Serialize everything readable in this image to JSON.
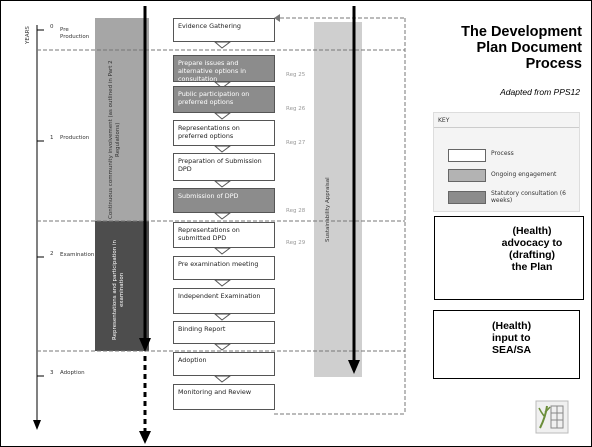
{
  "title": "The Development Plan Document Process",
  "title_lines": [
    "The Development",
    "Plan Document",
    "Process"
  ],
  "subtitle": "Adapted from PPS12",
  "axis_label": "YEARS",
  "years": [
    "0",
    "1",
    "2",
    "3"
  ],
  "phases": [
    "Pre Production",
    "Production",
    "Examination",
    "Adoption"
  ],
  "boxes": [
    {
      "label": "Evidence Gathering",
      "kind": "process"
    },
    {
      "label": "Prepare issues and alternative options in consultation",
      "kind": "statutory"
    },
    {
      "label": "Public participation on preferred options",
      "kind": "statutory"
    },
    {
      "label": "Representations on preferred options",
      "kind": "process"
    },
    {
      "label": "Preparation of Submission DPD",
      "kind": "process"
    },
    {
      "label": "Submission of DPD",
      "kind": "statutory"
    },
    {
      "label": "Representations on submitted DPD",
      "kind": "process"
    },
    {
      "label": "Pre examination meeting",
      "kind": "process"
    },
    {
      "label": "Independent Examination",
      "kind": "process"
    },
    {
      "label": "Binding Report",
      "kind": "process"
    },
    {
      "label": "Adoption",
      "kind": "process"
    },
    {
      "label": "Monitoring and Review",
      "kind": "process"
    }
  ],
  "regs": [
    "Reg 25",
    "Reg 26",
    "Reg 27",
    "Reg 28",
    "Reg 29"
  ],
  "bars": {
    "community": "Continuous community involvement (as outlined in Part 2 Regulations)",
    "examination": "Representations and participation in examination",
    "sustainability": "Sustainability Appraisal"
  },
  "key": {
    "heading": "KEY",
    "items": [
      {
        "label": "Process",
        "color": "#ffffff"
      },
      {
        "label": "Ongoing engagement",
        "color": "#b3b3b3"
      },
      {
        "label": "Statutory consultation (6 weeks)",
        "color": "#8c8c8c"
      }
    ]
  },
  "callouts": {
    "advocacy": [
      "(Health)",
      "advocacy to",
      "(drafting)",
      "the Plan"
    ],
    "input": [
      "(Health)",
      "input to",
      "SEA/SA"
    ]
  },
  "colors": {
    "statutory": "#8c8c8c",
    "ongoing": "#a6a6a6",
    "dark": "#4d4d4d",
    "sustainability": "#cfcfcf"
  }
}
